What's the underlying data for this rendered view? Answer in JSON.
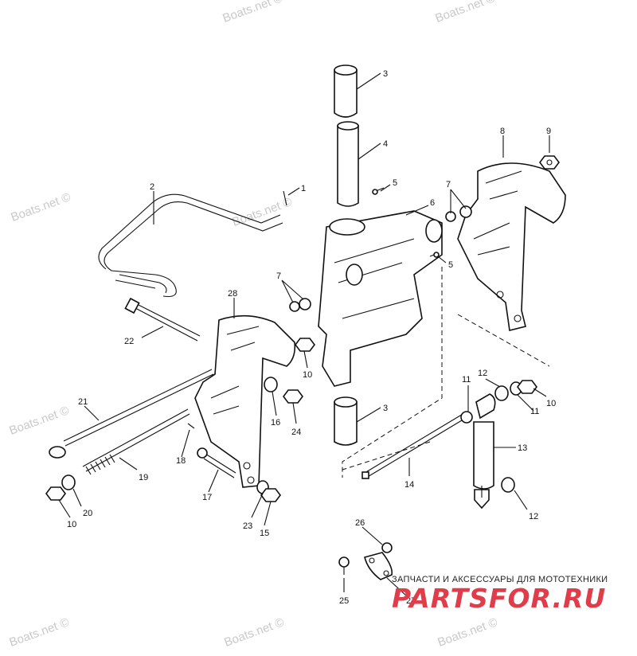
{
  "watermarks": [
    "Boats.net ©",
    "Boats.net ©",
    "Boats.net ©",
    "Boats.net ©",
    "Boats.net ©",
    "Boats.net ©",
    "Boats.net ©",
    "Boats.net ©"
  ],
  "callouts": [
    {
      "id": "c3a",
      "text": "3"
    },
    {
      "id": "c4",
      "text": "4"
    },
    {
      "id": "c1",
      "text": "1"
    },
    {
      "id": "c2",
      "text": "2"
    },
    {
      "id": "c5a",
      "text": "5"
    },
    {
      "id": "c6",
      "text": "6"
    },
    {
      "id": "c7a",
      "text": "7"
    },
    {
      "id": "c8",
      "text": "8"
    },
    {
      "id": "c9",
      "text": "9"
    },
    {
      "id": "c5b",
      "text": "5"
    },
    {
      "id": "c7b",
      "text": "7"
    },
    {
      "id": "c28",
      "text": "28"
    },
    {
      "id": "c22",
      "text": "22"
    },
    {
      "id": "c10a",
      "text": "10"
    },
    {
      "id": "c21",
      "text": "21"
    },
    {
      "id": "c16",
      "text": "16"
    },
    {
      "id": "c24",
      "text": "24"
    },
    {
      "id": "c3b",
      "text": "3"
    },
    {
      "id": "c12a",
      "text": "12"
    },
    {
      "id": "c11a",
      "text": "11"
    },
    {
      "id": "c11b",
      "text": "11"
    },
    {
      "id": "c10b",
      "text": "10"
    },
    {
      "id": "c13",
      "text": "13"
    },
    {
      "id": "c18",
      "text": "18"
    },
    {
      "id": "c19",
      "text": "19"
    },
    {
      "id": "c17",
      "text": "17"
    },
    {
      "id": "c14",
      "text": "14"
    },
    {
      "id": "c20",
      "text": "20"
    },
    {
      "id": "c10c",
      "text": "10"
    },
    {
      "id": "c23",
      "text": "23"
    },
    {
      "id": "c15",
      "text": "15"
    },
    {
      "id": "c12b",
      "text": "12"
    },
    {
      "id": "c26",
      "text": "26"
    },
    {
      "id": "c25",
      "text": "25"
    },
    {
      "id": "c27",
      "text": "27"
    }
  ],
  "brand": {
    "tagline": "ЗАПЧАСТИ И АКСЕССУАРЫ ДЛЯ МОТОТЕХНИКИ",
    "logo": "PARTSFOR.RU",
    "color": "#e03c4a"
  }
}
